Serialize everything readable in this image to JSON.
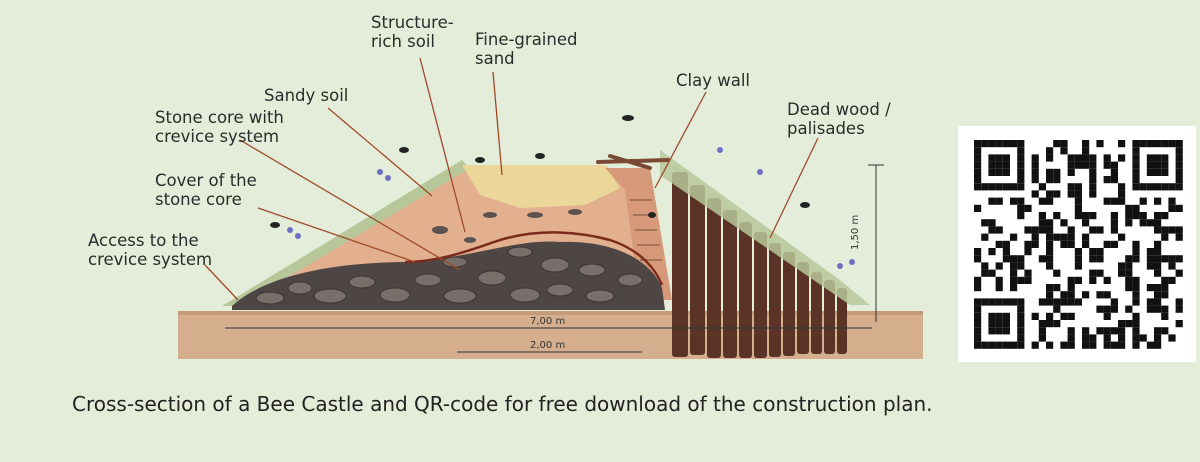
{
  "labels": {
    "structure_rich_soil": "Structure-\nrich soil",
    "fine_grained_sand": "Fine-grained\nsand",
    "clay_wall": "Clay wall",
    "sandy_soil": "Sandy soil",
    "stone_core": "Stone core with\ncrevice system",
    "dead_wood": "Dead wood /\npalisades",
    "cover_stone_core": "Cover of the\nstone core",
    "access_crevice": "Access to the\ncrevice system"
  },
  "dimensions": {
    "width_total": "7,00 m",
    "width_core": "2,00 m",
    "height": "1,50 m"
  },
  "caption": "Cross-section of a Bee Castle and QR-code for free download of the construction plan.",
  "colors": {
    "background": "#e4edda",
    "soil": "#e2b08f",
    "sand": "#ecd79a",
    "stone": "#5c5350",
    "palisade": "#5a3326",
    "ground": "#d3ae8c"
  },
  "icons": [
    "bee-icon",
    "qr-code"
  ]
}
